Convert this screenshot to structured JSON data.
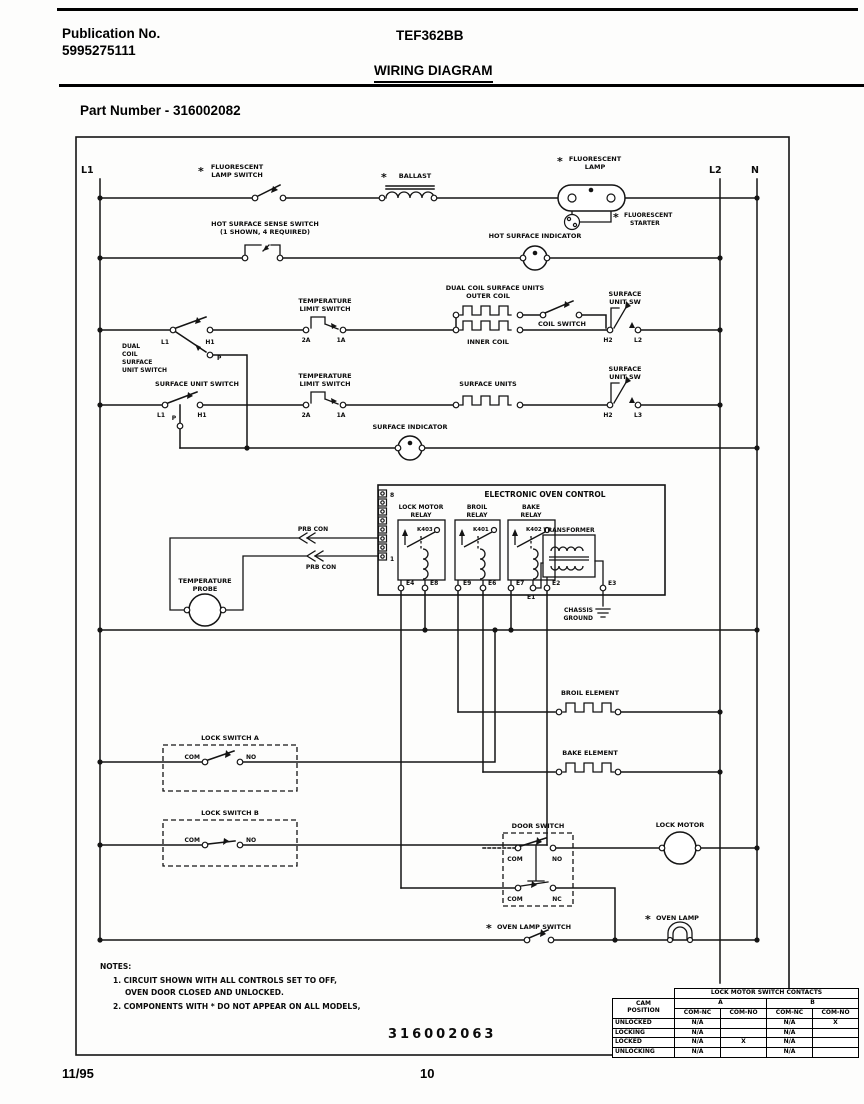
{
  "header": {
    "publication_label": "Publication No.",
    "publication_no": "5995275111",
    "model": "TEF362BB",
    "doc_title": "WIRING DIAGRAM",
    "part_number": "Part Number - 316002082"
  },
  "rails": {
    "l1": "L1",
    "l2": "L2",
    "n": "N"
  },
  "symbols": {
    "asterisk": "*"
  },
  "components": {
    "fluorescent_lamp_switch": [
      "FLUORESCENT",
      "LAMP SWITCH"
    ],
    "ballast": "BALLAST",
    "fluorescent_lamp": [
      "FLUORESCENT",
      "LAMP"
    ],
    "fluorescent_starter": [
      "FLUORESCENT",
      "STARTER"
    ],
    "hot_surface_sense_switch": [
      "HOT SURFACE SENSE SWITCH",
      "(1 SHOWN, 4 REQUIRED)"
    ],
    "hot_surface_indicator": "HOT SURFACE INDICATOR",
    "dual_coil_surface_unit_switch": [
      "DUAL",
      "COIL",
      "SURFACE",
      "UNIT SWITCH"
    ],
    "temperature_limit_switch": [
      "TEMPERATURE",
      "LIMIT SWITCH"
    ],
    "dual_coil_surface_units": "DUAL COIL SURFACE UNITS",
    "outer_coil": "OUTER COIL",
    "inner_coil": "INNER COIL",
    "coil_switch": "COIL SWITCH",
    "surface_unit_sw": [
      "SURFACE",
      "UNIT SW"
    ],
    "surface_unit_switch": "SURFACE UNIT SWITCH",
    "surface_units": "SURFACE UNITS",
    "surface_indicator": "SURFACE INDICATOR",
    "electronic_oven_control": "ELECTRONIC OVEN CONTROL",
    "lock_motor_relay": [
      "LOCK MOTOR",
      "RELAY"
    ],
    "broil_relay": [
      "BROIL",
      "RELAY"
    ],
    "bake_relay": [
      "BAKE",
      "RELAY"
    ],
    "relay_k403": "K403",
    "relay_k401": "K401",
    "relay_k402": "K402",
    "transformer": "TRANSFORMER",
    "prb_con": "PRB CON",
    "temperature_probe": [
      "TEMPERATURE",
      "PROBE"
    ],
    "chassis_ground": [
      "CHASSIS",
      "GROUND"
    ],
    "lock_switch_a": "LOCK SWITCH A",
    "lock_switch_b": "LOCK SWITCH B",
    "broil_element": "BROIL ELEMENT",
    "bake_element": "BAKE ELEMENT",
    "door_switch": "DOOR SWITCH",
    "lock_motor": "LOCK MOTOR",
    "oven_lamp_switch": "OVEN LAMP SWITCH",
    "oven_lamp": "OVEN LAMP"
  },
  "terminals": {
    "l1": "L1",
    "h1": "H1",
    "p": "P",
    "t2a": "2A",
    "t1a": "1A",
    "h2": "H2",
    "l2": "L2",
    "l3": "L3",
    "pin8": "8",
    "pin1": "1",
    "e4": "E4",
    "e8": "E8",
    "e9": "E9",
    "e6": "E6",
    "e7": "E7",
    "e1": "E1",
    "e2": "E2",
    "e3": "E3",
    "com": "COM",
    "no": "NO",
    "nc": "NC"
  },
  "notes": {
    "title": "NOTES:",
    "line1": "1. CIRCUIT SHOWN WITH ALL CONTROLS SET TO OFF,",
    "line2": "OVEN DOOR CLOSED AND UNLOCKED.",
    "line3": "2. COMPONENTS WITH * DO NOT APPEAR ON ALL MODELS,"
  },
  "table": {
    "title": "LOCK MOTOR SWITCH CONTACTS",
    "cam_position": [
      "CAM",
      "POSITION"
    ],
    "group_a": "A",
    "group_b": "B",
    "subheaders": [
      "COM-NC",
      "COM-NO",
      "COM-NC",
      "COM-NO"
    ],
    "rows": [
      {
        "label": "UNLOCKED",
        "cells": [
          "N/A",
          "",
          "N/A",
          "X"
        ]
      },
      {
        "label": "LOCKING",
        "cells": [
          "N/A",
          "",
          "N/A",
          ""
        ]
      },
      {
        "label": "LOCKED",
        "cells": [
          "N/A",
          "X",
          "N/A",
          ""
        ]
      },
      {
        "label": "UNLOCKING",
        "cells": [
          "N/A",
          "",
          "N/A",
          ""
        ]
      }
    ]
  },
  "footer": {
    "diagram_number": "316002063",
    "date": "11/95",
    "page": "10"
  }
}
